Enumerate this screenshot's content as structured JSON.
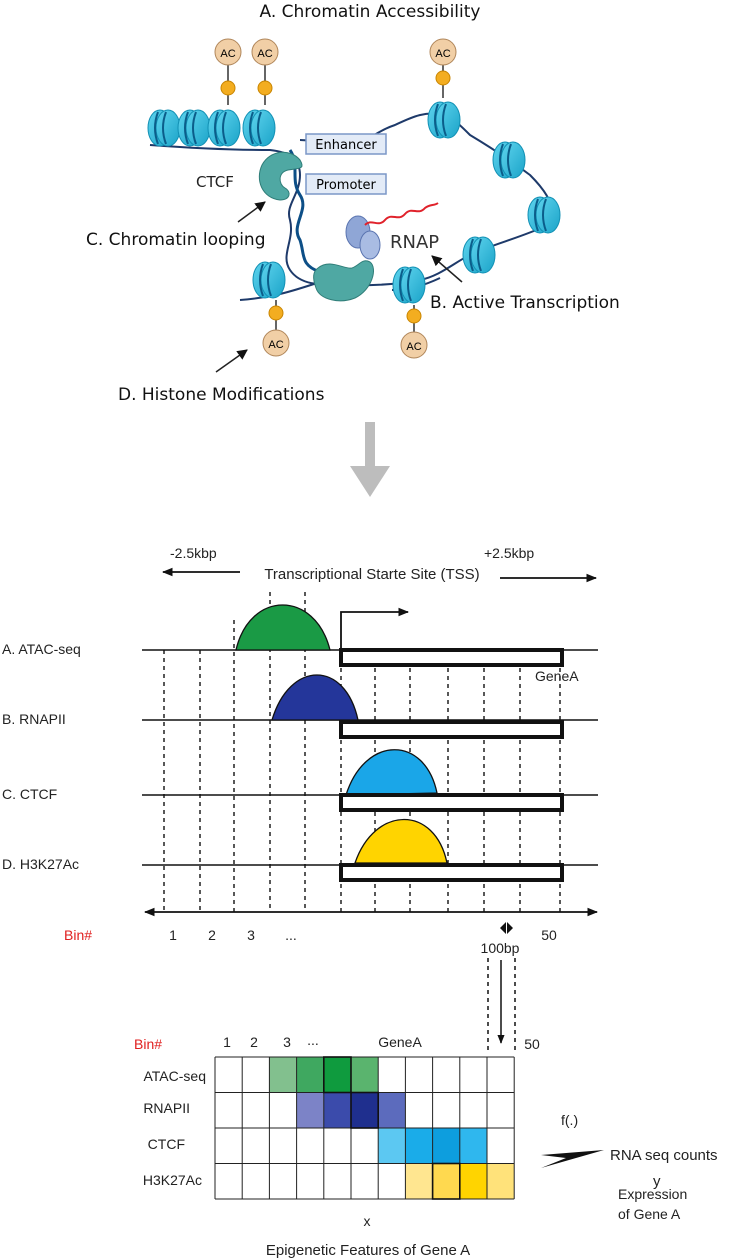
{
  "top_panel": {
    "title": "A. Chromatin Accessibility",
    "ac_label": "AC",
    "enhancer_label": "Enhancer",
    "promoter_label": "Promoter",
    "ctcf_label": "CTCF",
    "rnap_label": "RNAP",
    "looping_label": "C. Chromatin looping",
    "transcription_label": "B. Active Transcription",
    "histone_label": "D. Histone Modifications"
  },
  "tracks_panel": {
    "left_extent": "-2.5kbp",
    "right_extent": "+2.5kbp",
    "tss_label": "Transcriptional Starte Site (TSS)",
    "gene_label": "GeneA",
    "tracks": [
      {
        "label": "A. ATAC-seq",
        "color": "#1a9a45"
      },
      {
        "label": "B. RNAPII",
        "color": "#24369a"
      },
      {
        "label": "C. CTCF",
        "color": "#1aa6e8"
      },
      {
        "label": "D. H3K27Ac",
        "color": "#ffd400"
      }
    ],
    "bin_label": "Bin#",
    "bin_numbers": [
      "1",
      "2",
      "3",
      "...",
      "50"
    ],
    "bin_width_label": "100bp"
  },
  "matrix_panel": {
    "bin_label": "Bin#",
    "bin_numbers": [
      "1",
      "2",
      "3",
      "...",
      "50"
    ],
    "gene_label": "GeneA",
    "rows": [
      "ATAC-seq",
      "RNAPII",
      "CTCF",
      "H3K27Ac"
    ],
    "x_label": "x",
    "caption": "Epigenetic Features of Gene A",
    "function_label": "f(.)",
    "output_label": "RNA seq counts",
    "y_label": "y",
    "expression_line1": "Expression",
    "expression_line2": "of Gene A"
  }
}
